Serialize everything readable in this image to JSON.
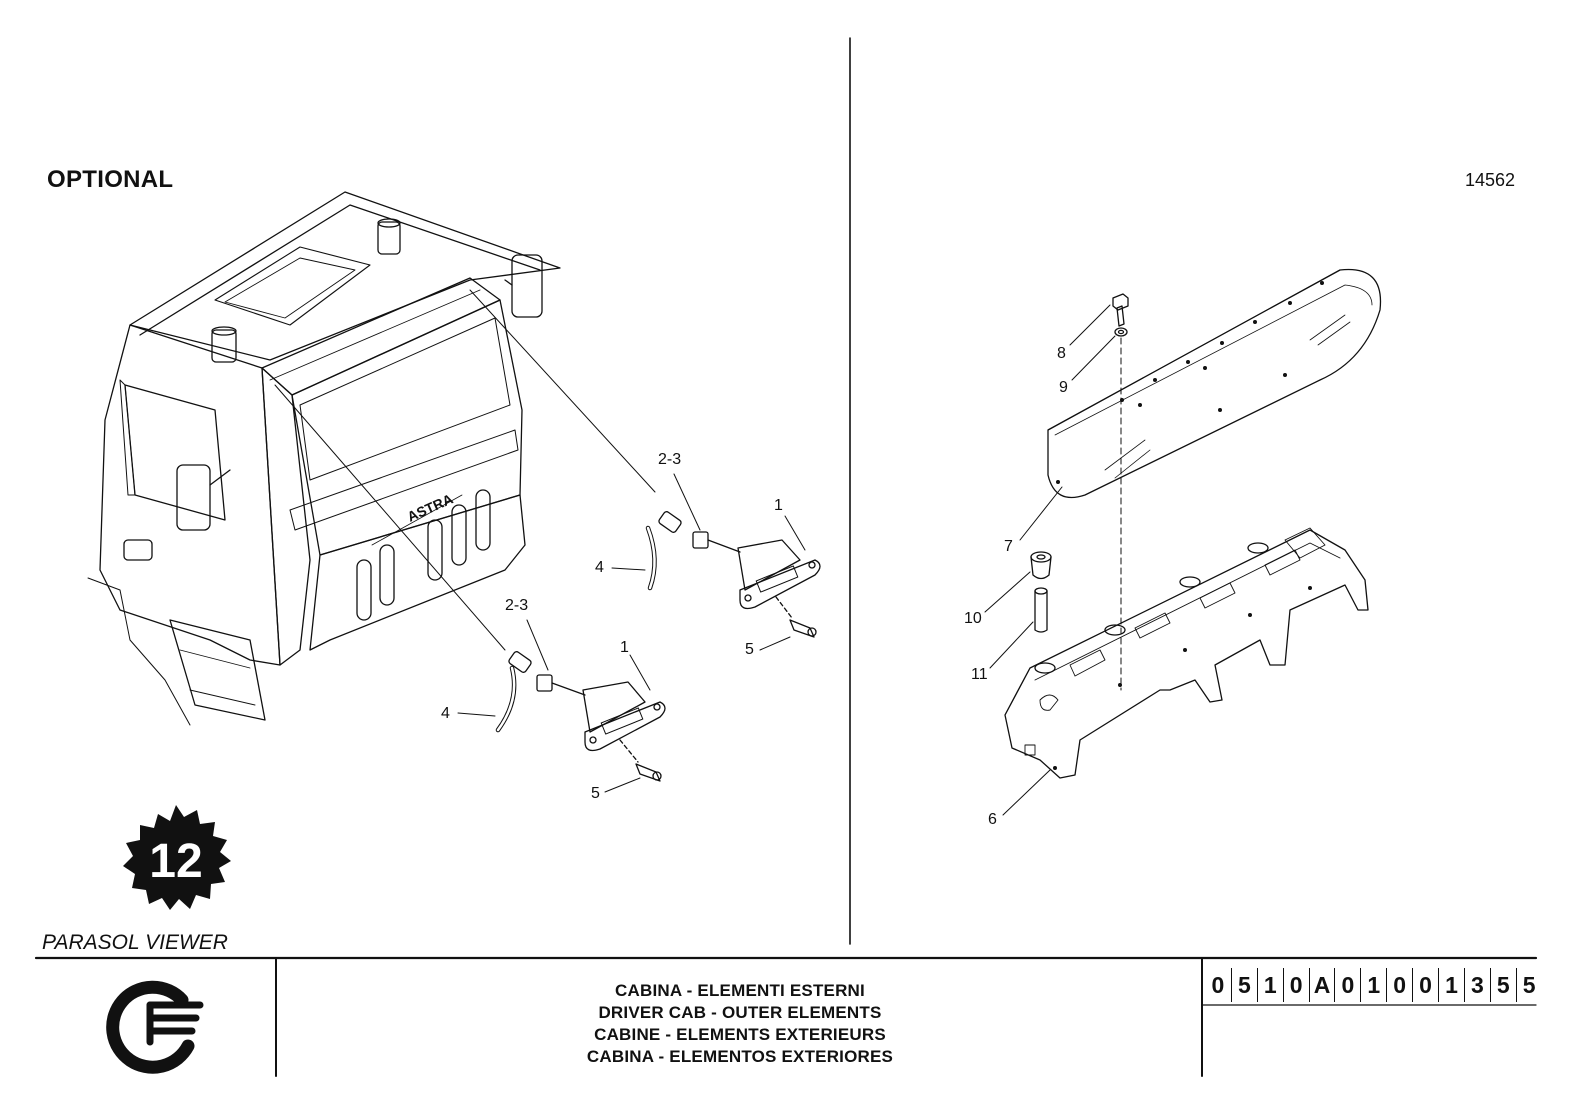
{
  "header": {
    "optional_label": "OPTIONAL",
    "drawing_number": "14562"
  },
  "left_view": {
    "callouts": [
      {
        "id": "l-1a",
        "text": "2-3"
      },
      {
        "id": "l-1b",
        "text": "1"
      },
      {
        "id": "l-1c",
        "text": "4"
      },
      {
        "id": "l-1d",
        "text": "5"
      },
      {
        "id": "l-2a",
        "text": "2-3"
      },
      {
        "id": "l-2b",
        "text": "1"
      },
      {
        "id": "l-2c",
        "text": "4"
      },
      {
        "id": "l-2d",
        "text": "5"
      }
    ],
    "cab_brand_text": "ASTRA"
  },
  "right_view": {
    "callouts": [
      {
        "id": "r-8",
        "text": "8"
      },
      {
        "id": "r-9",
        "text": "9"
      },
      {
        "id": "r-7",
        "text": "7"
      },
      {
        "id": "r-10",
        "text": "10"
      },
      {
        "id": "r-11",
        "text": "11"
      },
      {
        "id": "r-6",
        "text": "6"
      }
    ]
  },
  "badge": {
    "number": "12"
  },
  "section_caption": "PARASOL VIEWER",
  "title_block": {
    "lines": [
      "CABINA - ELEMENTI ESTERNI",
      "DRIVER CAB - OUTER ELEMENTS",
      "CABINE - ELEMENTS EXTERIEURS",
      "CABINA - ELEMENTOS EXTERIORES"
    ],
    "part_code": [
      "0",
      "5",
      "1",
      "0",
      "A",
      "0",
      "1",
      "0",
      "0",
      "1",
      "3",
      "5",
      "5"
    ]
  }
}
